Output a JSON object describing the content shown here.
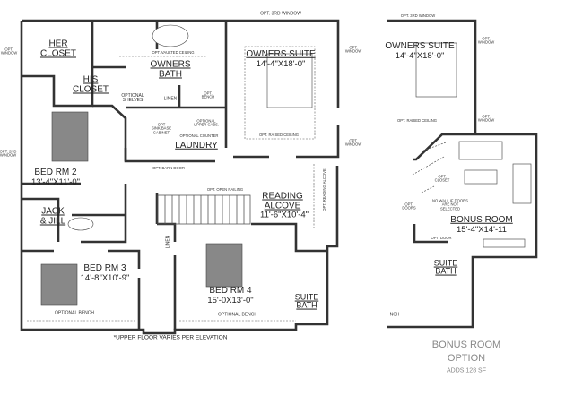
{
  "main_plan": {
    "rooms": {
      "her_closet": "HER CLOSET",
      "his_closet": "HIS CLOSET",
      "owners_bath": "OWNERS BATH",
      "owners_suite": {
        "name": "OWNERS SUITE",
        "dims": "14'-4\"X18'-0\""
      },
      "laundry": "LAUNDRY",
      "linen_upper": "LINEN",
      "linen_lower": "LINEN",
      "bed_rm_2": {
        "name": "BED RM 2",
        "dims": "13'-4\"X11'-0\""
      },
      "jack_jill": "JACK & JILL",
      "reading_alcove": {
        "name": "READING ALCOVE",
        "dims": "11'-6\"X10'-4\""
      },
      "bed_rm_3": {
        "name": "BED RM 3",
        "dims": "14'-8\"X10'-9\""
      },
      "bed_rm_4": {
        "name": "BED RM 4",
        "dims": "15'-0X13'-0\""
      },
      "suite_bath": "SUITE BATH"
    },
    "notes": {
      "opt_3rd_window": "OPT. 3RD WINDOW",
      "opt_window_left": "OPT. WINDOW",
      "opt_window_right_top": "OPT. WINDOW",
      "opt_window_right_bottom": "OPT. WINDOW",
      "opt_2nd_window": "OPT. 2ND WINDOW",
      "opt_vaulted_ceiling": "OPT. VAULTED CEILING",
      "optional_shelves": "OPTIONAL SHELVES",
      "opt_bench": "OPT. BENCH",
      "opt_sink_base_cabinet": "OPT SINK/BASE CABINET",
      "optional_upper_cabs": "OPTIONAL UPPER CABS.",
      "optional_counter": "OPTIONAL COUNTER",
      "opt_raised_ceiling": "OPT. RAISED CEILING",
      "opt_barn_door": "OPT. BARN DOOR",
      "opt_open_railing": "OPT. OPEN RAILING",
      "opt_reading_alcove": "OPT. READING ALCOVE",
      "optional_bench_3": "OPTIONAL BENCH",
      "optional_bench_4": "OPTIONAL BENCH"
    },
    "footnote": "*UPPER FLOOR VARIES PER ELEVATION"
  },
  "bonus_plan": {
    "notes": {
      "opt_3rd_window": "OPT. 3RD WINDOW",
      "opt_window_top": "OPT. WINDOW",
      "opt_window_bottom": "OPT. WINDOW",
      "opt_raised_ceiling": "OPT. RAISED CEILING",
      "opt_closet": "OPT. CLOSET",
      "opt_doors": "OPT. DOORS",
      "no_wall": "NO WALL IF DOORS ARE NOT SELECTED",
      "opt_door": "OPT. DOOR"
    },
    "rooms": {
      "owners_suite": {
        "name": "OWNERS SUITE",
        "dims": "14'-4\"X18'-0\""
      },
      "bonus_room": {
        "name": "BONUS ROOM",
        "dims": "15'-4\"X14'-11"
      },
      "suite_bath": "SUITE BATH",
      "bench_fragment": "NCH"
    },
    "caption": {
      "title_1": "BONUS ROOM",
      "title_2": "OPTION",
      "subtitle": "ADDS 128 SF"
    }
  },
  "colors": {
    "wall": "#333333",
    "fill": "#888888",
    "caption": "#888888"
  }
}
